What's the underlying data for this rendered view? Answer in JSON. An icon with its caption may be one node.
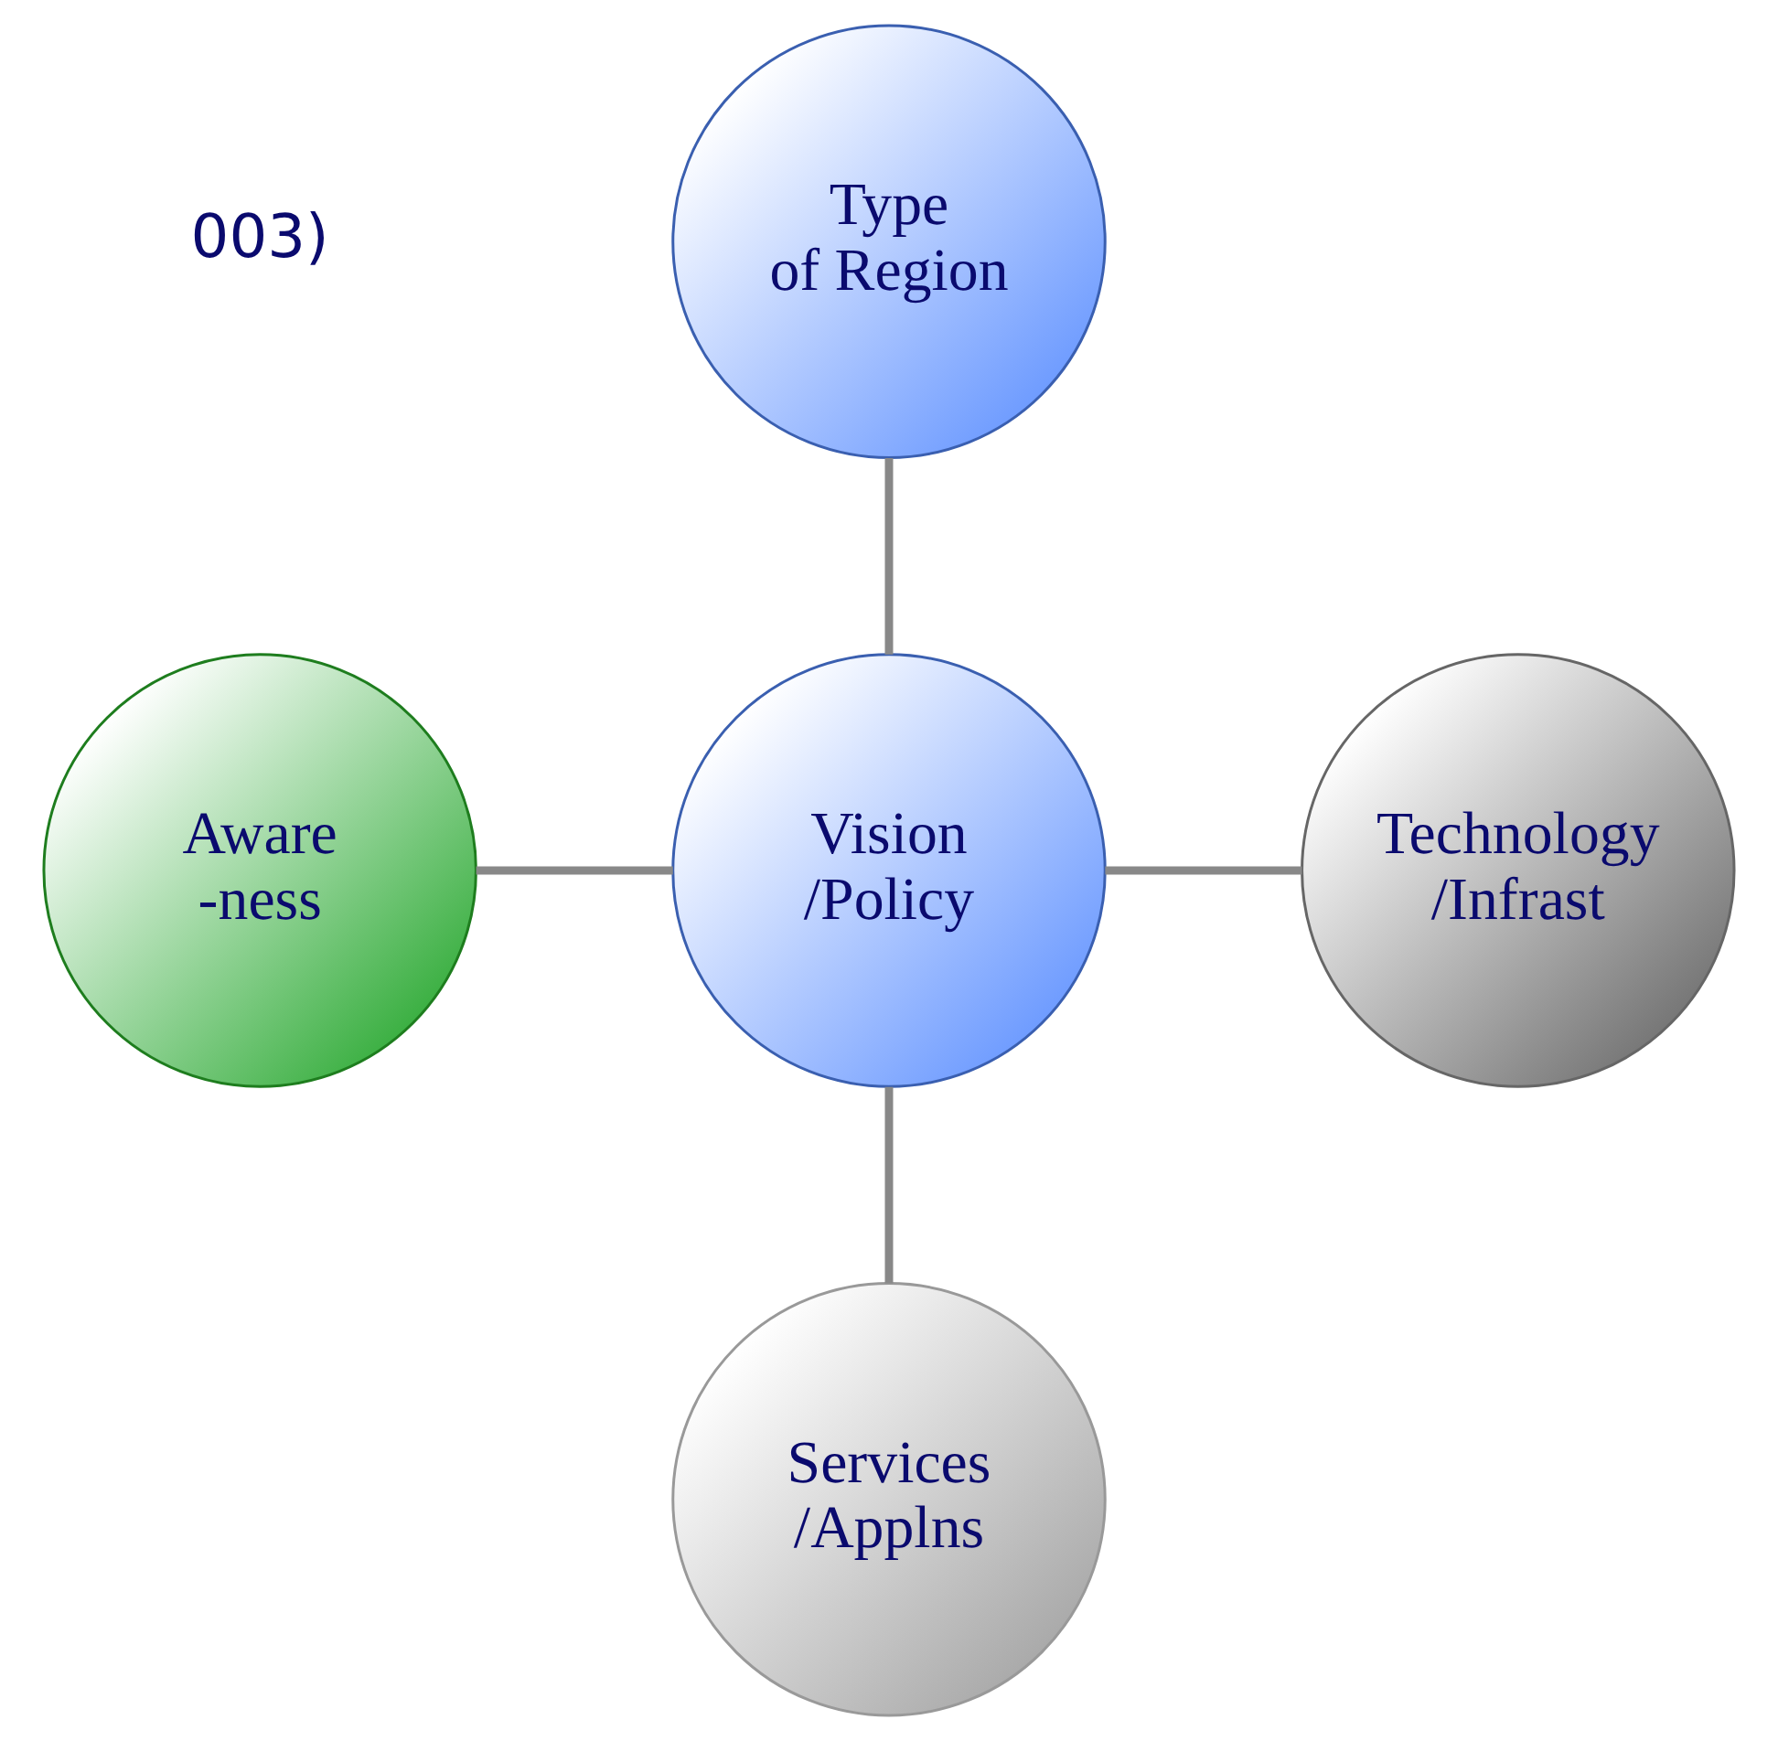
{
  "diagram": {
    "nodes": [
      {
        "text": [
          "Type of Region"
        ]
      },
      {
        "text": [
          "Aware -ness"
        ]
      },
      {
        "text": [
          "Vision /Policy"
        ]
      },
      {
        "text": [
          "Technology /Infrast"
        ]
      },
      {
        "text": [
          "Services /Applns"
        ]
      }
    ],
    "edges": [
      {
        "from": 0,
        "to": 2,
        "arrow": "none"
      },
      {
        "from": 1,
        "to": 2,
        "arrow": "none"
      },
      {
        "from": 2,
        "to": 3,
        "arrow": "none"
      },
      {
        "from": 2,
        "to": 4,
        "arrow": "none"
      }
    ],
    "labels": [
      "003)"
    ]
  }
}
